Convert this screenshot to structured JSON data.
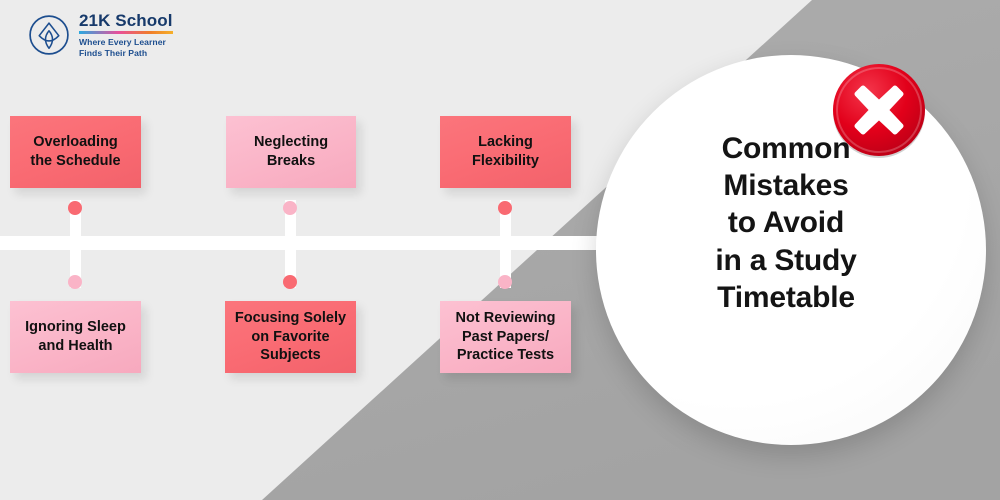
{
  "brand": {
    "logo_icon": "lotus-circle-icon",
    "name": "21K School",
    "tagline_line1": "Where Every Learner",
    "tagline_line2": "Finds Their Path",
    "navy": "#173a6b"
  },
  "title": {
    "line1": "Common",
    "line2": "Mistakes",
    "line3": "to Avoid",
    "line4": "in a Study",
    "line5": "Timetable"
  },
  "badge": {
    "icon": "x-mark-icon",
    "color": "#e2001a"
  },
  "palette": {
    "salmon": "#f96a72",
    "pink": "#fab4c7",
    "background": "#ececec",
    "gray_shape": "#a6a6a6",
    "line": "#ffffff"
  },
  "items": [
    {
      "id": "overloading-the-schedule",
      "row": "top",
      "color": "salmon",
      "lines": [
        "Overloading",
        "the Schedule"
      ]
    },
    {
      "id": "neglecting-breaks",
      "row": "top",
      "color": "pink",
      "lines": [
        "Neglecting",
        "Breaks"
      ]
    },
    {
      "id": "lacking-flexibility",
      "row": "top",
      "color": "salmon",
      "lines": [
        "Lacking",
        "Flexibility"
      ]
    },
    {
      "id": "ignoring-sleep-and-health",
      "row": "bottom",
      "color": "pink",
      "lines": [
        "Ignoring Sleep",
        "and Health"
      ]
    },
    {
      "id": "focusing-solely-on-favorite-subjects",
      "row": "bottom",
      "color": "salmon",
      "lines": [
        "Focusing Solely",
        "on Favorite",
        "Subjects"
      ]
    },
    {
      "id": "not-reviewing-past-papers-practice-tests",
      "row": "bottom",
      "color": "pink",
      "lines": [
        "Not Reviewing",
        "Past Papers/",
        "Practice Tests"
      ]
    }
  ],
  "connectors": [
    {
      "id": "connector-1",
      "top_dot_color": "salmon",
      "bottom_dot_color": "pink"
    },
    {
      "id": "connector-2",
      "top_dot_color": "pink",
      "bottom_dot_color": "salmon"
    },
    {
      "id": "connector-3",
      "top_dot_color": "salmon",
      "bottom_dot_color": "pink"
    }
  ]
}
